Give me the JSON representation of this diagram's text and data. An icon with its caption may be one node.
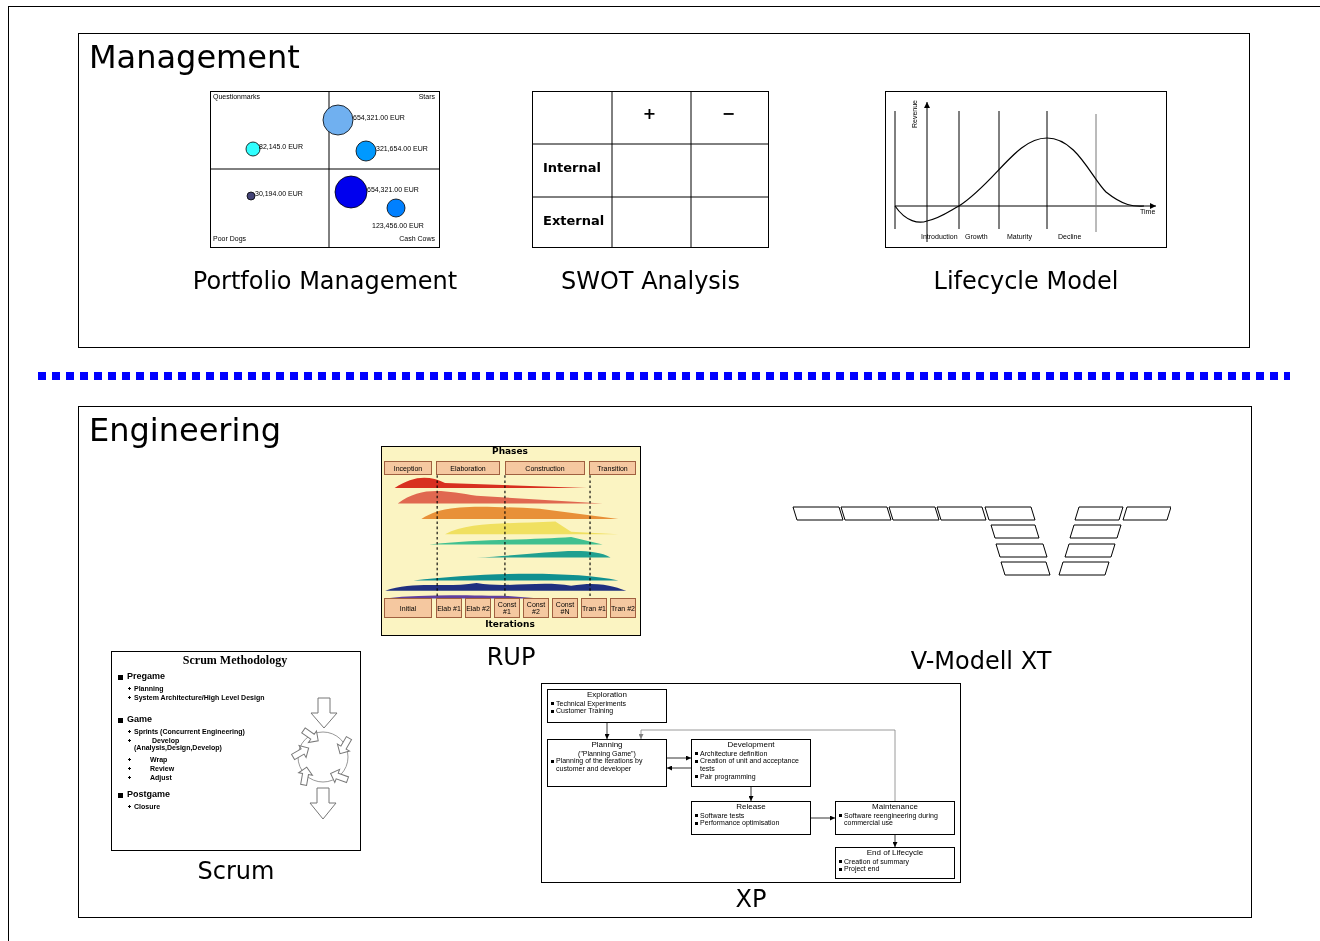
{
  "diagram": {
    "nodes": [
      {
        "text": [
          "Management"
        ]
      },
      {
        "text": [
          "Portfolio Management"
        ],
        "in": 0
      },
      {
        "text": [
          "SWOT Analysis"
        ],
        "in": 0
      },
      {
        "text": [
          "Lifecycle Model"
        ],
        "in": 0
      },
      {
        "text": [
          "Engineering"
        ]
      },
      {
        "text": [
          "RUP"
        ],
        "in": 4
      },
      {
        "text": [
          "V-Modell XT"
        ],
        "in": 4
      },
      {
        "text": [
          "Scrum"
        ],
        "in": 4
      },
      {
        "text": [
          "XP"
        ],
        "in": 4
      },
      {
        "text": [
          "Exploration",
          "Technical Experiments",
          "Customer Training"
        ],
        "in": 8
      },
      {
        "text": [
          "Planning",
          "(\"Planning Game\")",
          "Planning of the iterations by customer and developer"
        ],
        "in": 8
      },
      {
        "text": [
          "Development",
          "Architecture definition",
          "Creation of unit and acceptance tests",
          "Pair programming"
        ],
        "in": 8
      },
      {
        "text": [
          "Release",
          "Software tests",
          "Performance optimisation"
        ],
        "in": 8
      },
      {
        "text": [
          "Maintenance",
          "Software reengineering during commercial use"
        ],
        "in": 8
      },
      {
        "text": [
          "End of Lifecycle",
          "Creation of summary",
          "Project end"
        ],
        "in": 8
      }
    ],
    "edges": [
      {
        "from": 9,
        "to": 10,
        "arrow": "to"
      },
      {
        "from": 10,
        "to": 11,
        "arrow": "to"
      },
      {
        "from": 11,
        "to": 10,
        "arrow": "to"
      },
      {
        "from": 11,
        "to": 12,
        "arrow": "to"
      },
      {
        "from": 12,
        "to": 13,
        "arrow": "to"
      },
      {
        "from": 13,
        "to": 10,
        "arrow": "to",
        "color": "#808080"
      },
      {
        "from": 13,
        "to": 14,
        "arrow": "to"
      }
    ],
    "labels": [
      "Questionmarks",
      "Stars",
      "654,321.00 EUR",
      "82,145.0 EUR",
      "321,654.00 EUR",
      "30,194.00 EUR",
      "654,321.00 EUR",
      "123,456.00 EUR",
      "Poor Dogs",
      "Cash Cows",
      "+",
      "−",
      "Internal",
      "External",
      "Revenue",
      "Time",
      "Introduction",
      "Growth",
      "Maturity",
      "Decline",
      "Phases",
      "Inception",
      "Elaboration",
      "Construction",
      "Transition",
      "Initial",
      "Elab #1",
      "Elab #2",
      "Const #1",
      "Const #2",
      "Const #N",
      "Tran #1",
      "Tran #2",
      "Iterations",
      "Scrum Methodology",
      "Pregame",
      "Planning",
      "System Architecture/High Level Design",
      "Game",
      "Sprints (Concurrent Engineering)",
      "Develop (Analysis,Design,Develop)",
      "Wrap",
      "Review",
      "Adjust",
      "Postgame",
      "Closure"
    ]
  }
}
